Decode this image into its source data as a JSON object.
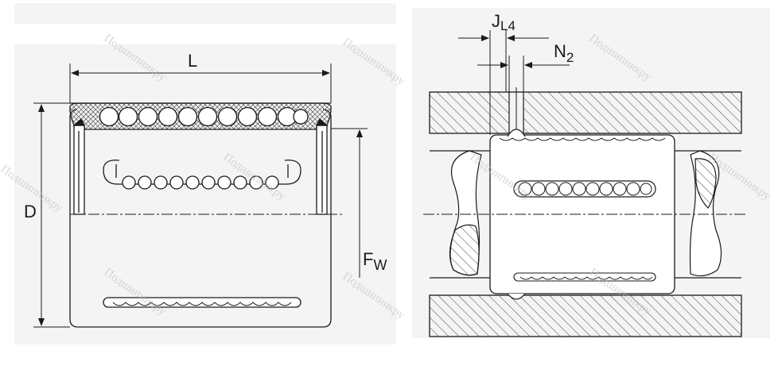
{
  "left_view": {
    "label_length": "L",
    "label_diameter": "D",
    "label_shaft": "F",
    "label_shaft_sub": "W"
  },
  "right_view": {
    "label_j": "J",
    "label_j_sub": "L4",
    "label_n": "N",
    "label_n_sub": "2"
  },
  "watermark": "Подшипникру",
  "colors": {
    "line": "#1a1a1a",
    "panel": "#f4f4f4",
    "hatch": "#444444"
  }
}
